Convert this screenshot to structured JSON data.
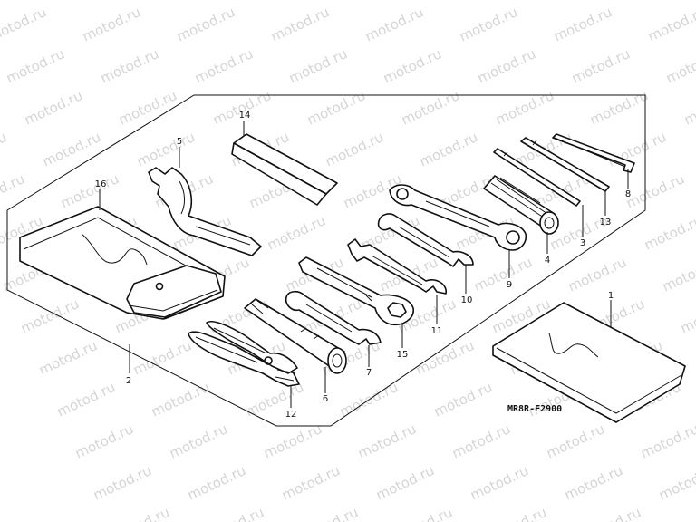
{
  "watermark": {
    "text": "motod.ru"
  },
  "diagram": {
    "code": "MR8R-F2900",
    "callouts": {
      "c1": "1",
      "c2": "2",
      "c3": "3",
      "c4": "4",
      "c5": "5",
      "c6": "6",
      "c7": "7",
      "c8": "8",
      "c9": "9",
      "c10": "10",
      "c11": "11",
      "c12": "12",
      "c13": "13",
      "c14": "14",
      "c15": "15",
      "c16": "16"
    }
  }
}
